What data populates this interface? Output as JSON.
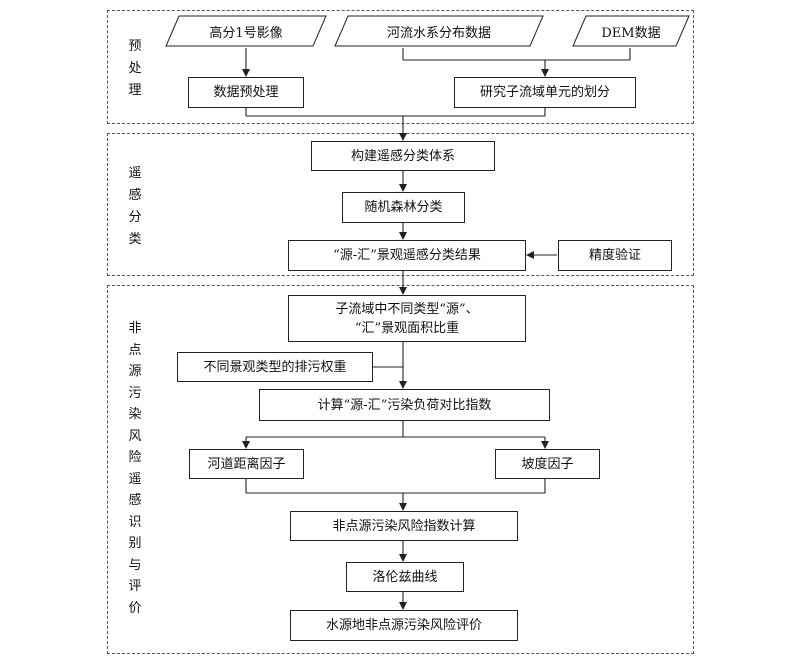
{
  "sections": {
    "preprocess": {
      "label": "预\n处\n理"
    },
    "classify": {
      "label": "遥\n感\n分\n类"
    },
    "risk": {
      "label": "非\n点\n源\n污\n染\n风\n险\n遥\n感\n识\n别\n与\n评\n价"
    }
  },
  "inputs": {
    "gf1": "高分1号影像",
    "river": "河流水系分布数据",
    "dem": "DEM数据"
  },
  "boxes": {
    "preprocess_data": "数据预处理",
    "subbasin": "研究子流域单元的划分",
    "build_system": "构建遥感分类体系",
    "random_forest": "随机森林分类",
    "result": "“源-汇”景观遥感分类结果",
    "accuracy": "精度验证",
    "area_ratio": "子流域中不同类型“源”、\n“汇”景观面积比重",
    "weight": "不同景观类型的排污权重",
    "load_index": "计算“源-汇”污染负荷对比指数",
    "river_factor": "河道距离因子",
    "slope_factor": "坡度因子",
    "risk_index": "非点源污染风险指数计算",
    "lorenz": "洛伦兹曲线",
    "evaluation": "水源地非点源污染风险评价"
  }
}
